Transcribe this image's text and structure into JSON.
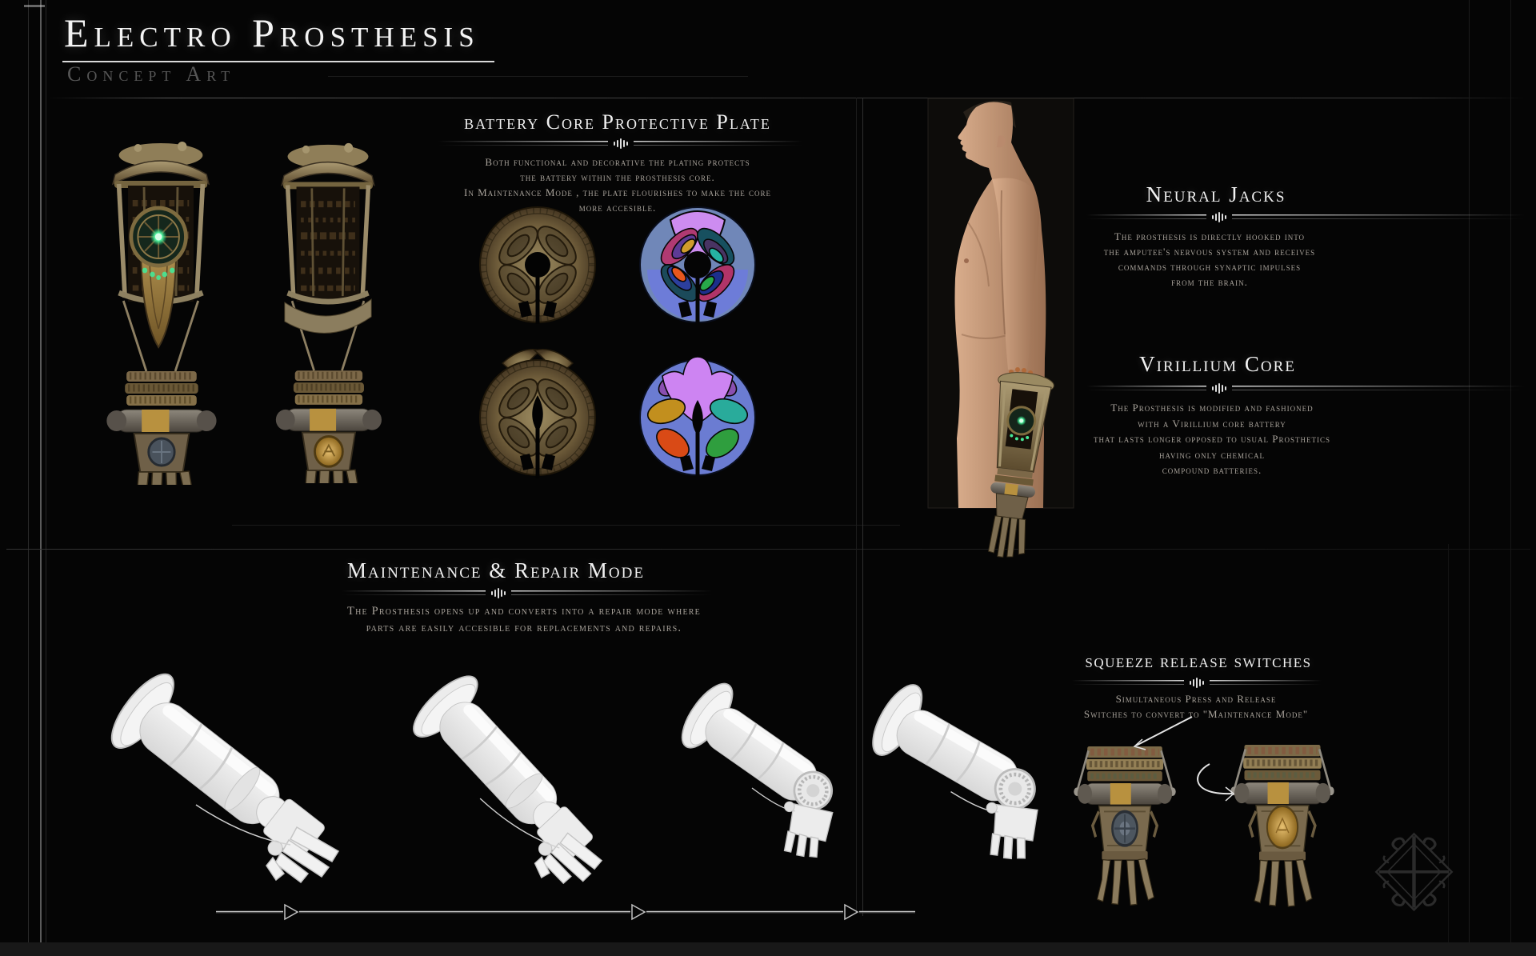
{
  "header": {
    "title": "Electro Prosthesis",
    "subtitle": "Concept Art"
  },
  "sections": {
    "battery_core": {
      "title": "battery Core Protective Plate",
      "lines": [
        "Both functional and decorative the plating protects",
        "the battery within the prosthesis core.",
        "In Maintenance Mode , the plate flourishes to make the core",
        "more accesible."
      ]
    },
    "neural_jacks": {
      "title": "Neural Jacks",
      "lines": [
        "The prosthesis is directly hooked into",
        "the amputee's nervous system and receives",
        "commands through synaptic impulses",
        "from the brain."
      ]
    },
    "virillium_core": {
      "title": "Virillium Core",
      "lines": [
        "The Prosthesis is modified and fashioned",
        "with a Virillium core battery",
        "that lasts longer opposed to usual Prosthetics",
        "having only chemical",
        "compound batteries."
      ]
    },
    "maintenance_mode": {
      "title": "Maintenance & Repair Mode",
      "lines": [
        "The Prosthesis opens up and converts into a repair mode where",
        "parts are easily accesible for replacements and repairs."
      ]
    },
    "squeeze_switches": {
      "title": "squeeze release switches",
      "lines": [
        "Simultaneous Press and Release",
        "Switches to convert to \"Maintenance Mode\""
      ]
    }
  },
  "figures": {
    "arm_front": "prosthetic-arm-front-view",
    "arm_back": "prosthetic-arm-back-view",
    "plate_bronze_closed": "protective-plate-closed",
    "plate_schematic_closed": "protective-plate-closed-color-schematic",
    "plate_bronze_open": "protective-plate-maintenance-open",
    "plate_schematic_open": "protective-plate-maintenance-open-color-schematic",
    "torso": "amputee-side-view-with-prosthesis",
    "clay_stage_1": "repair-mode-stage-1",
    "clay_stage_2": "repair-mode-stage-2",
    "clay_stage_3": "repair-mode-stage-3",
    "clay_stage_4": "repair-mode-stage-4",
    "hand_front": "hand-close-up-front-switch",
    "hand_back": "hand-close-up-back-plate"
  },
  "icons": {
    "divider_glyph": "soundwave-ornament",
    "timeline_arrow": "▷",
    "watermark": "ornamental-emblem"
  },
  "colors": {
    "background": "#050505",
    "title_text": "#f2f2f2",
    "body_text": "#a8a29a",
    "muted_text": "#565656",
    "accent_glow": "#3ef0a0",
    "bronze": "#8a744e",
    "gold": "#b8913f",
    "schematic_violet": "#cd8cf0",
    "schematic_blue": "#7087b8",
    "schematic_periwinkle": "#6d7cd8",
    "schematic_teal": "#25b3a2",
    "schematic_gold": "#c28f1e",
    "schematic_orange": "#d94a16",
    "schematic_green": "#2f9e3e",
    "schematic_crimson": "#b03a72"
  }
}
